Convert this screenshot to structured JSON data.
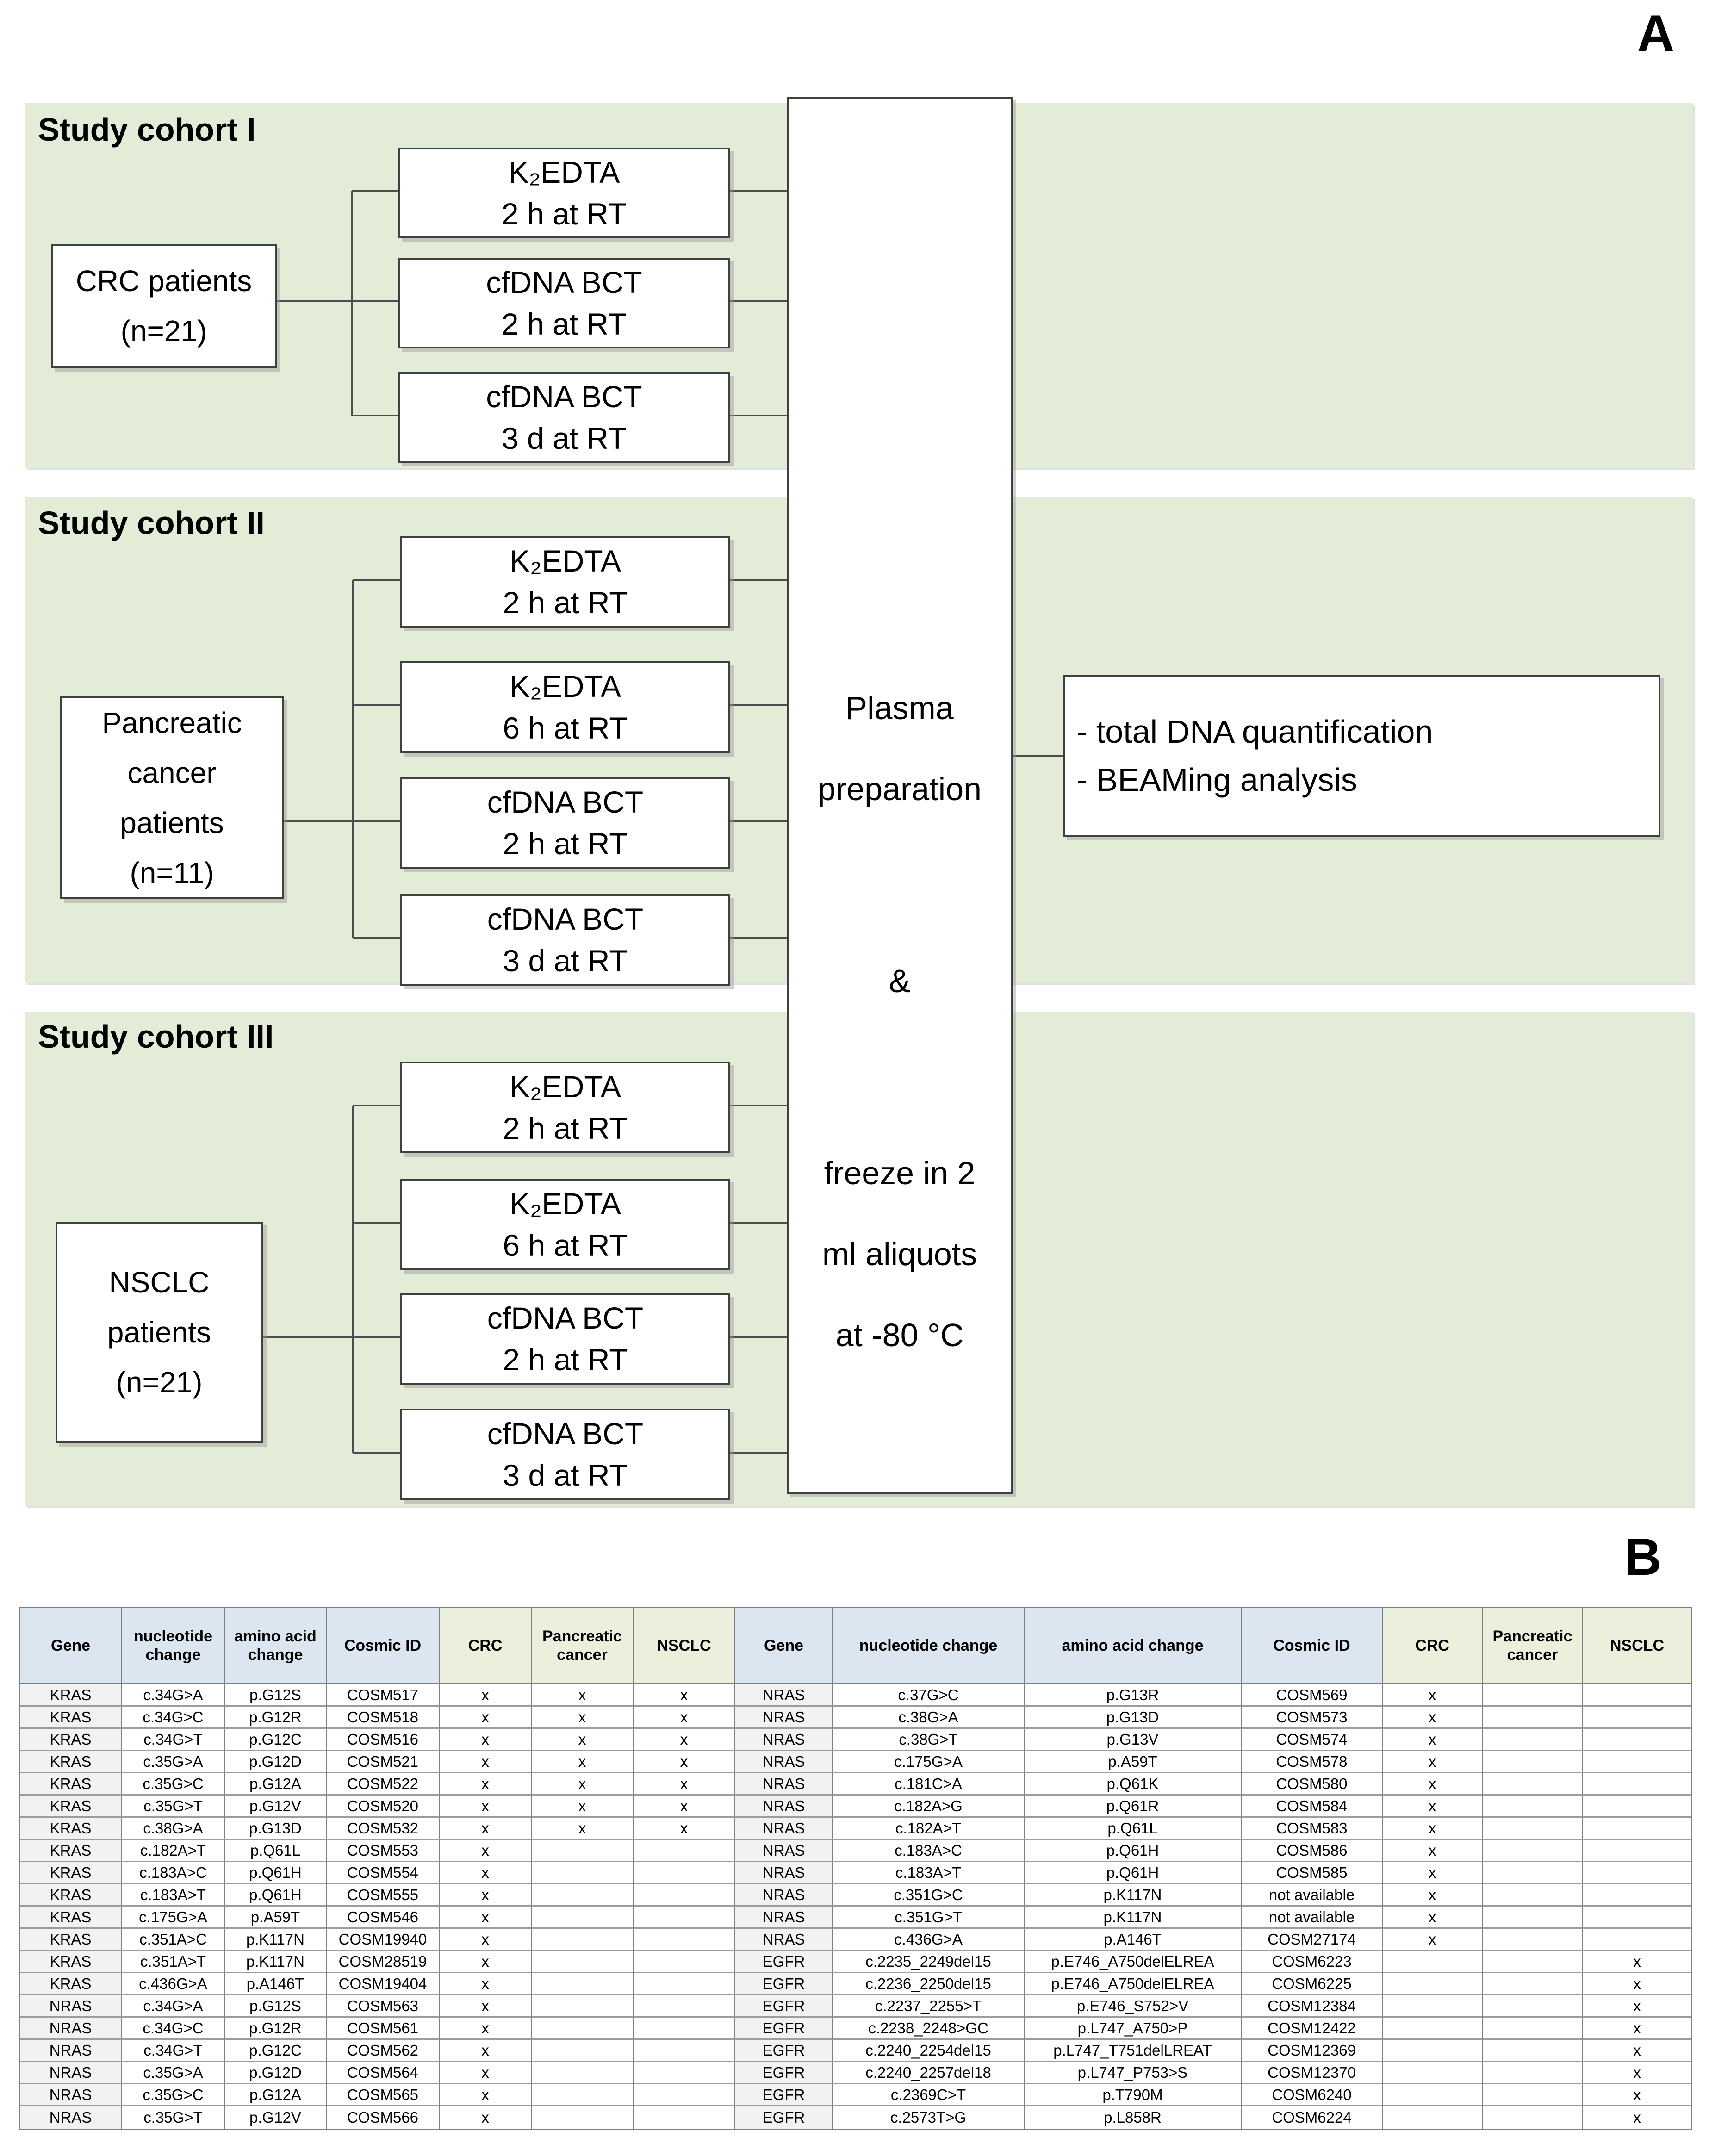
{
  "figure": {
    "panel_a_label": "A",
    "panel_b_label": "B"
  },
  "cohorts": [
    {
      "title": "Study cohort I",
      "patient": "CRC patients\n(n=21)",
      "tubes": [
        "K₂EDTA\n2 h at RT",
        "cfDNA BCT\n2 h at RT",
        "cfDNA BCT\n3 d at RT"
      ]
    },
    {
      "title": "Study cohort II",
      "patient": "Pancreatic\ncancer\npatients\n(n=11)",
      "tubes": [
        "K₂EDTA\n2 h at RT",
        "K₂EDTA\n6 h at RT",
        "cfDNA BCT\n2 h at RT",
        "cfDNA BCT\n3 d at RT"
      ]
    },
    {
      "title": "Study cohort III",
      "patient": "NSCLC\npatients\n(n=21)",
      "tubes": [
        "K₂EDTA\n2 h at RT",
        "K₂EDTA\n6 h at RT",
        "cfDNA BCT\n2 h at RT",
        "cfDNA BCT\n3 d at RT"
      ]
    }
  ],
  "plasma_box": {
    "stanza1": "Plasma\npreparation",
    "stanza2": "&",
    "stanza3": "freeze in 2\nml aliquots\nat -80 °C"
  },
  "analysis_box": {
    "line1": "- total DNA quantification",
    "line2": "- BEAMing analysis"
  },
  "table": {
    "headers": [
      "Gene",
      "nucleotide change",
      "amino acid change",
      "Cosmic ID",
      "CRC",
      "Pancreatic cancer",
      "NSCLC"
    ],
    "rows_left": [
      [
        "KRAS",
        "c.34G>A",
        "p.G12S",
        "COSM517",
        "x",
        "x",
        "x"
      ],
      [
        "KRAS",
        "c.34G>C",
        "p.G12R",
        "COSM518",
        "x",
        "x",
        "x"
      ],
      [
        "KRAS",
        "c.34G>T",
        "p.G12C",
        "COSM516",
        "x",
        "x",
        "x"
      ],
      [
        "KRAS",
        "c.35G>A",
        "p.G12D",
        "COSM521",
        "x",
        "x",
        "x"
      ],
      [
        "KRAS",
        "c.35G>C",
        "p.G12A",
        "COSM522",
        "x",
        "x",
        "x"
      ],
      [
        "KRAS",
        "c.35G>T",
        "p.G12V",
        "COSM520",
        "x",
        "x",
        "x"
      ],
      [
        "KRAS",
        "c.38G>A",
        "p.G13D",
        "COSM532",
        "x",
        "x",
        "x"
      ],
      [
        "KRAS",
        "c.182A>T",
        "p.Q61L",
        "COSM553",
        "x",
        "",
        ""
      ],
      [
        "KRAS",
        "c.183A>C",
        "p.Q61H",
        "COSM554",
        "x",
        "",
        ""
      ],
      [
        "KRAS",
        "c.183A>T",
        "p.Q61H",
        "COSM555",
        "x",
        "",
        ""
      ],
      [
        "KRAS",
        "c.175G>A",
        "p.A59T",
        "COSM546",
        "x",
        "",
        ""
      ],
      [
        "KRAS",
        "c.351A>C",
        "p.K117N",
        "COSM19940",
        "x",
        "",
        ""
      ],
      [
        "KRAS",
        "c.351A>T",
        "p.K117N",
        "COSM28519",
        "x",
        "",
        ""
      ],
      [
        "KRAS",
        "c.436G>A",
        "p.A146T",
        "COSM19404",
        "x",
        "",
        ""
      ],
      [
        "NRAS",
        "c.34G>A",
        "p.G12S",
        "COSM563",
        "x",
        "",
        ""
      ],
      [
        "NRAS",
        "c.34G>C",
        "p.G12R",
        "COSM561",
        "x",
        "",
        ""
      ],
      [
        "NRAS",
        "c.34G>T",
        "p.G12C",
        "COSM562",
        "x",
        "",
        ""
      ],
      [
        "NRAS",
        "c.35G>A",
        "p.G12D",
        "COSM564",
        "x",
        "",
        ""
      ],
      [
        "NRAS",
        "c.35G>C",
        "p.G12A",
        "COSM565",
        "x",
        "",
        ""
      ],
      [
        "NRAS",
        "c.35G>T",
        "p.G12V",
        "COSM566",
        "x",
        "",
        ""
      ]
    ],
    "rows_right": [
      [
        "NRAS",
        "c.37G>C",
        "p.G13R",
        "COSM569",
        "x",
        "",
        ""
      ],
      [
        "NRAS",
        "c.38G>A",
        "p.G13D",
        "COSM573",
        "x",
        "",
        ""
      ],
      [
        "NRAS",
        "c.38G>T",
        "p.G13V",
        "COSM574",
        "x",
        "",
        ""
      ],
      [
        "NRAS",
        "c.175G>A",
        "p.A59T",
        "COSM578",
        "x",
        "",
        ""
      ],
      [
        "NRAS",
        "c.181C>A",
        "p.Q61K",
        "COSM580",
        "x",
        "",
        ""
      ],
      [
        "NRAS",
        "c.182A>G",
        "p.Q61R",
        "COSM584",
        "x",
        "",
        ""
      ],
      [
        "NRAS",
        "c.182A>T",
        "p.Q61L",
        "COSM583",
        "x",
        "",
        ""
      ],
      [
        "NRAS",
        "c.183A>C",
        "p.Q61H",
        "COSM586",
        "x",
        "",
        ""
      ],
      [
        "NRAS",
        "c.183A>T",
        "p.Q61H",
        "COSM585",
        "x",
        "",
        ""
      ],
      [
        "NRAS",
        "c.351G>C",
        "p.K117N",
        "not available",
        "x",
        "",
        ""
      ],
      [
        "NRAS",
        "c.351G>T",
        "p.K117N",
        "not available",
        "x",
        "",
        ""
      ],
      [
        "NRAS",
        "c.436G>A",
        "p.A146T",
        "COSM27174",
        "x",
        "",
        ""
      ],
      [
        "EGFR",
        "c.2235_2249del15",
        "p.E746_A750delELREA",
        "COSM6223",
        "",
        "",
        "x"
      ],
      [
        "EGFR",
        "c.2236_2250del15",
        "p.E746_A750delELREA",
        "COSM6225",
        "",
        "",
        "x"
      ],
      [
        "EGFR",
        "c.2237_2255>T",
        "p.E746_S752>V",
        "COSM12384",
        "",
        "",
        "x"
      ],
      [
        "EGFR",
        "c.2238_2248>GC",
        "p.L747_A750>P",
        "COSM12422",
        "",
        "",
        "x"
      ],
      [
        "EGFR",
        "c.2240_2254del15",
        "p.L747_T751delLREAT",
        "COSM12369",
        "",
        "",
        "x"
      ],
      [
        "EGFR",
        "c.2240_2257del18",
        "p.L747_P753>S",
        "COSM12370",
        "",
        "",
        "x"
      ],
      [
        "EGFR",
        "c.2369C>T",
        "p.T790M",
        "COSM6240",
        "",
        "",
        "x"
      ],
      [
        "EGFR",
        "c.2573T>G",
        "p.L858R",
        "COSM6224",
        "",
        "",
        "x"
      ]
    ]
  },
  "colors": {
    "panel_green": "#e3ecd7",
    "header_blue": "#dce6f1",
    "header_green": "#eaf0dc"
  }
}
